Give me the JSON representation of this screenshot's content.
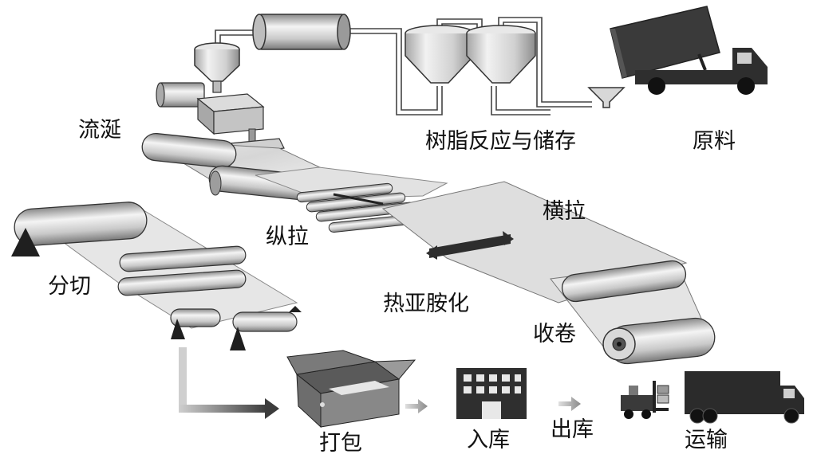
{
  "labels": {
    "casting": "流涎",
    "resin": "树脂反应与储存",
    "raw_material": "原料",
    "transverse": "横拉",
    "longitudinal": "纵拉",
    "slitting": "分切",
    "imidization": "热亚胺化",
    "winding": "收卷",
    "packing": "打包",
    "warehousing_in": "入库",
    "warehousing_out": "出库",
    "transport": "运输"
  }
}
